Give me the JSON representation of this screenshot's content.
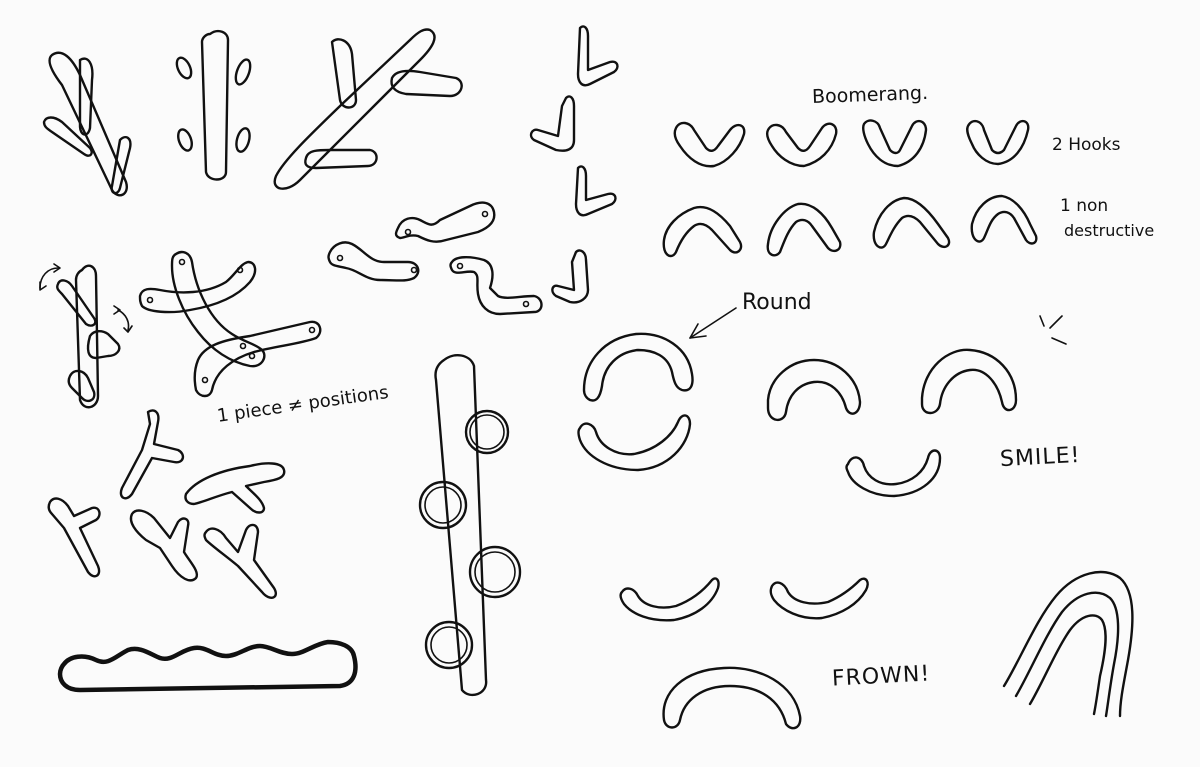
{
  "ink_color": "#111111",
  "paper_color": "#fbfbfb",
  "annotations": {
    "boomerang": "Boomerang.",
    "two_hooks": "2 Hooks",
    "non_destructive_line1": "1 non",
    "non_destructive_line2": "destructive",
    "round": "Round",
    "one_piece_positions": "1 piece ≠ positions",
    "smile": "SMILE!",
    "frown": "FROWN!"
  }
}
